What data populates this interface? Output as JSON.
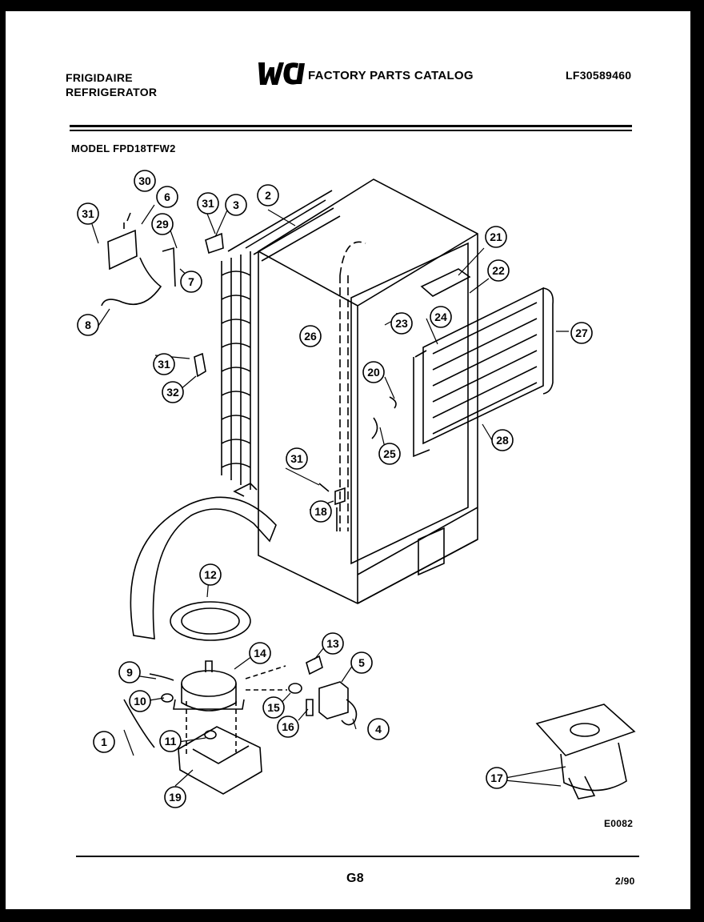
{
  "header": {
    "brand_line1": "FRIGIDAIRE",
    "brand_line2": "REFRIGERATOR",
    "logo_text": "WCI",
    "catalog_title": "FACTORY PARTS CATALOG",
    "part_number": "LF30589460"
  },
  "model_label": "MODEL FPD18TFW2",
  "callouts": [
    "1",
    "2",
    "3",
    "4",
    "5",
    "6",
    "7",
    "8",
    "9",
    "10",
    "11",
    "12",
    "13",
    "14",
    "15",
    "16",
    "17",
    "18",
    "19",
    "20",
    "21",
    "22",
    "23",
    "24",
    "25",
    "26",
    "27",
    "28",
    "29",
    "30",
    "31",
    "32"
  ],
  "footer": {
    "drawing_id": "E0082",
    "page": "G8",
    "date": "2/90"
  }
}
